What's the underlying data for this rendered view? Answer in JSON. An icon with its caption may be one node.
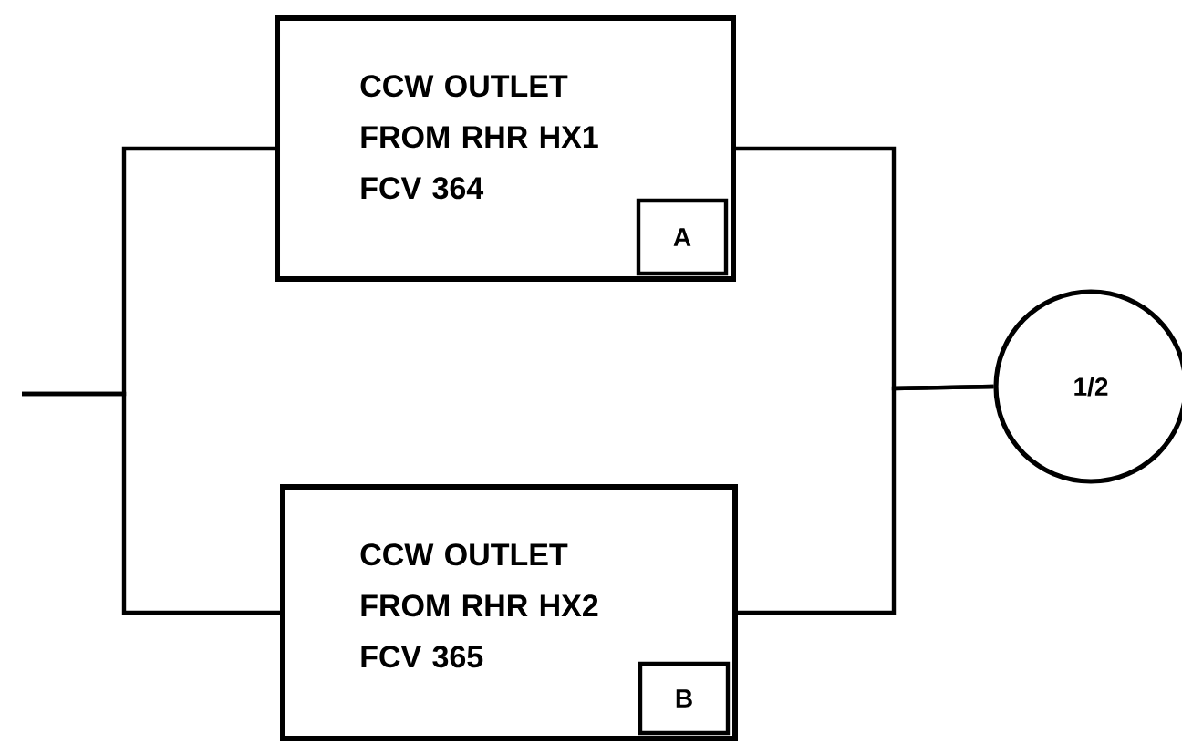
{
  "diagram": {
    "nodes": [
      {
        "text": [
          "CCW OUTLET FROM RHR HX1 FCV 364"
        ]
      },
      {
        "text": [
          "A"
        ],
        "in": 0
      },
      {
        "text": [
          "CCW OUTLET FROM RHR HX2 FCV 365"
        ]
      },
      {
        "text": [
          "B"
        ],
        "in": 2
      },
      {
        "text": [
          "1/2"
        ]
      }
    ],
    "edges": [
      {
        "from": null,
        "to": 0,
        "arrow": "none"
      },
      {
        "from": null,
        "to": 2,
        "arrow": "none"
      },
      {
        "from": 0,
        "to": 4,
        "arrow": "none"
      },
      {
        "from": 2,
        "to": 4,
        "arrow": "none"
      }
    ]
  }
}
